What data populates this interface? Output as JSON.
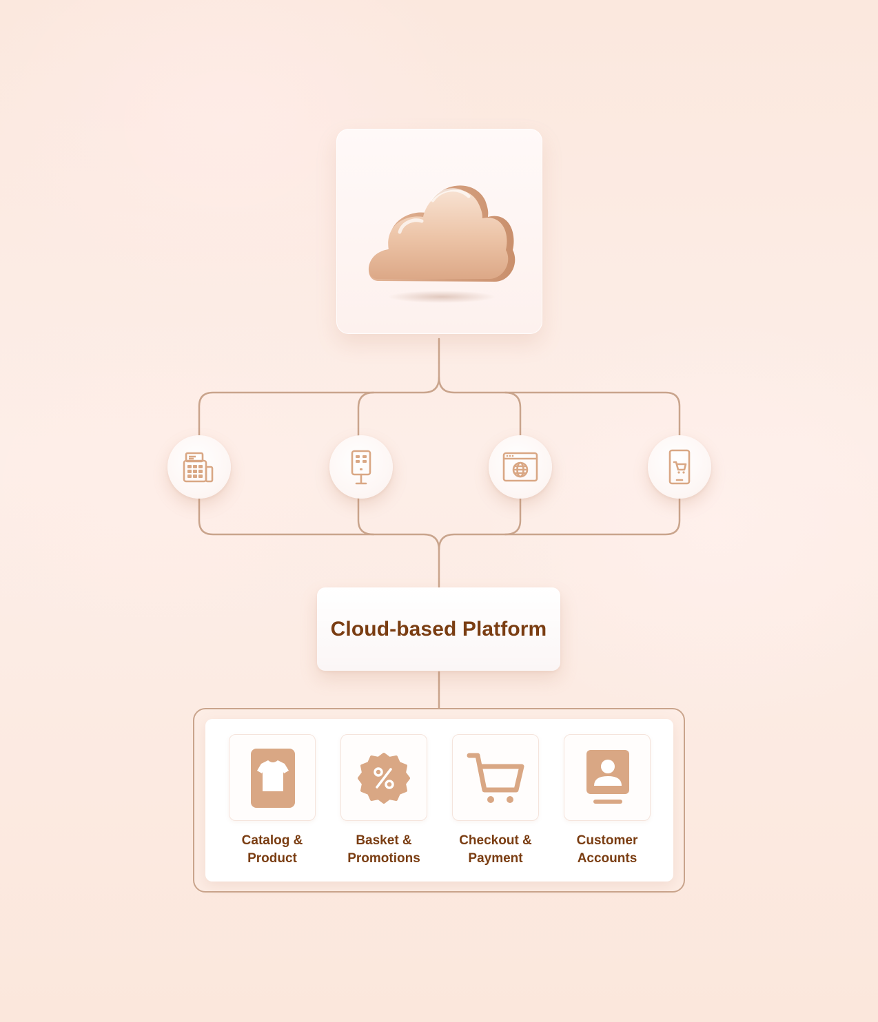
{
  "diagram": {
    "colors": {
      "background": "#fbe8de",
      "connector": "#c9a48c",
      "icon": "#d9a784",
      "text": "#7a3d12"
    },
    "top_node": {
      "icon": "cloud-icon"
    },
    "channels": [
      {
        "icon": "pos-terminal-icon"
      },
      {
        "icon": "kiosk-icon"
      },
      {
        "icon": "web-browser-globe-icon"
      },
      {
        "icon": "mobile-shopping-cart-icon"
      }
    ],
    "platform": {
      "title": "Cloud-based Platform"
    },
    "modules": [
      {
        "icon": "tshirt-icon",
        "line1": "Catalog &",
        "line2": "Product"
      },
      {
        "icon": "percent-badge-icon",
        "line1": "Basket &",
        "line2": "Promotions"
      },
      {
        "icon": "shopping-cart-icon",
        "line1": "Checkout &",
        "line2": "Payment"
      },
      {
        "icon": "user-profile-icon",
        "line1": "Customer",
        "line2": "Accounts"
      }
    ]
  }
}
